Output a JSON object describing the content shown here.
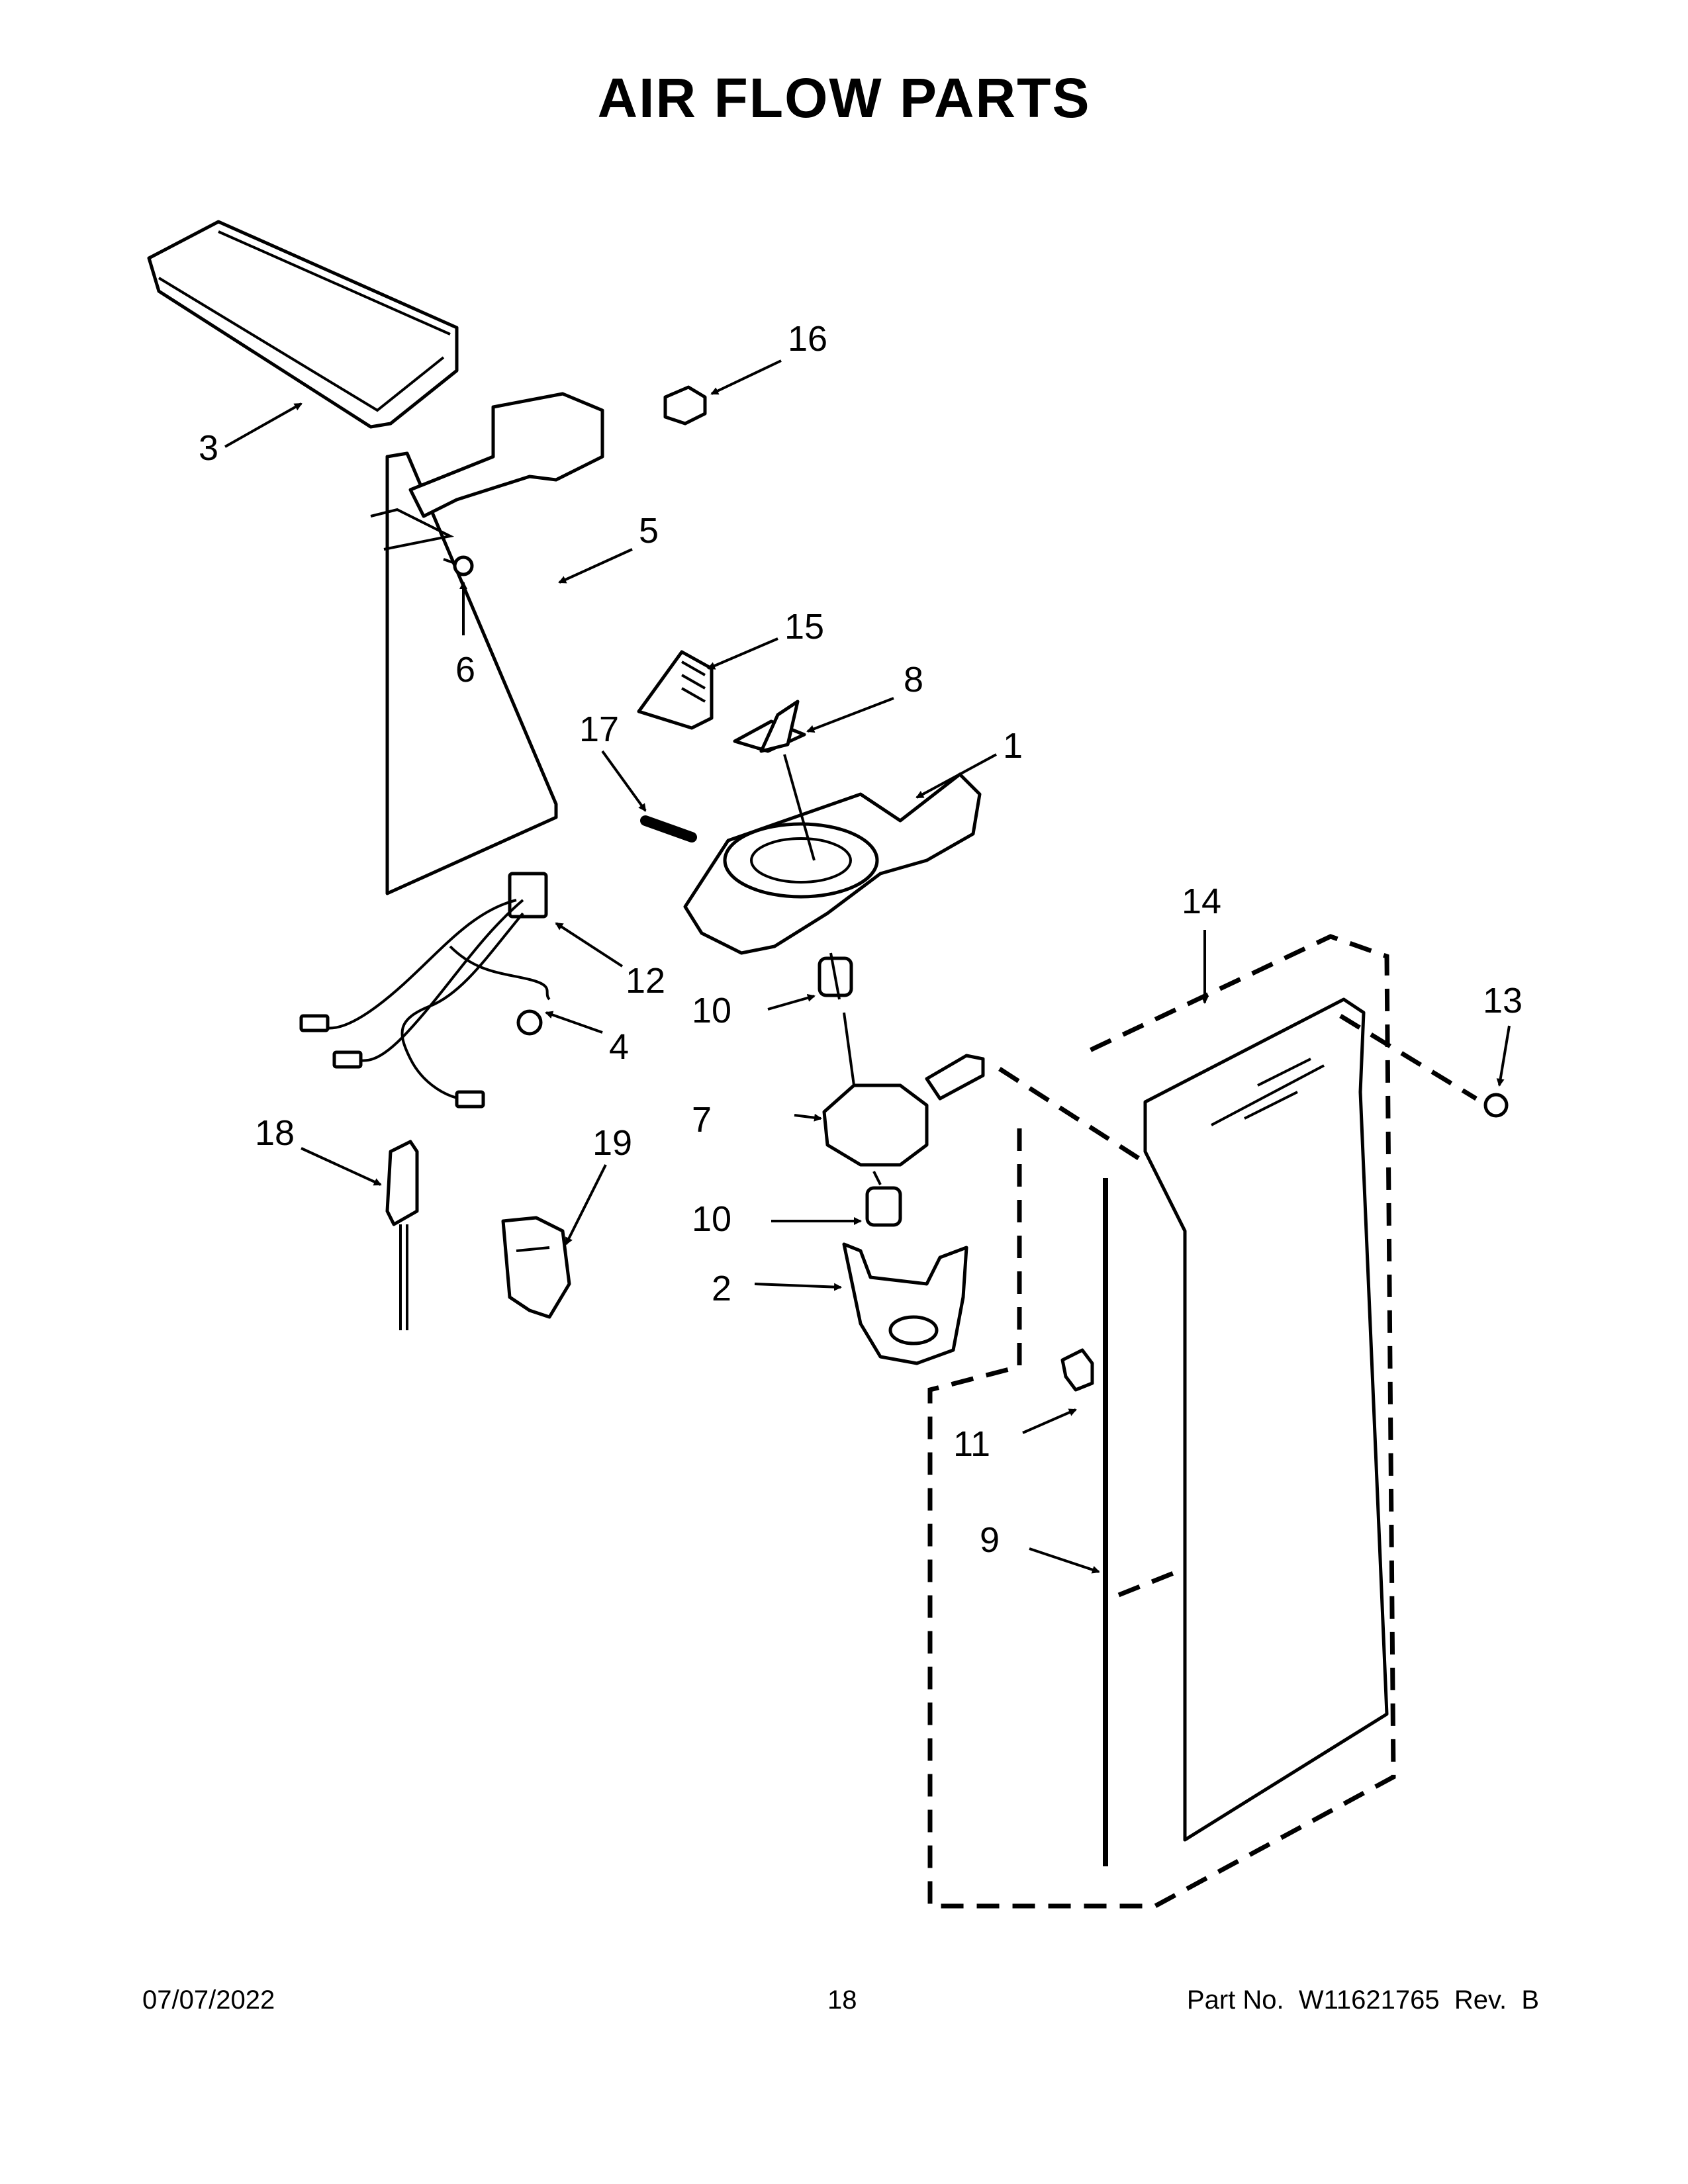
{
  "title": "AIR FLOW PARTS",
  "callouts": {
    "c1": "1",
    "c2": "2",
    "c3": "3",
    "c4": "4",
    "c5": "5",
    "c6": "6",
    "c7": "7",
    "c8": "8",
    "c9": "9",
    "c10a": "10",
    "c10b": "10",
    "c11": "11",
    "c12": "12",
    "c13": "13",
    "c14": "14",
    "c15": "15",
    "c16": "16",
    "c17": "17",
    "c18": "18",
    "c19": "19"
  },
  "footer": {
    "date": "07/07/2022",
    "page": "18",
    "part_no": "Part No.  W11621765  Rev.  B"
  }
}
